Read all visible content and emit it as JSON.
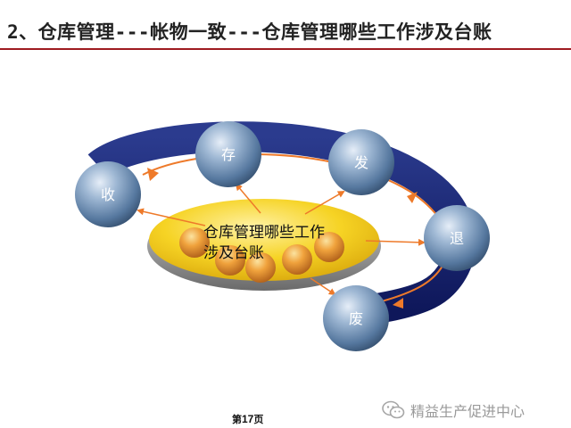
{
  "title": "2、仓库管理---帐物一致---仓库管理哪些工作涉及台账",
  "center": {
    "label_line1": "仓库管理哪些工作",
    "label_line2": "涉及台账"
  },
  "nodes": [
    {
      "id": "shou",
      "label": "收"
    },
    {
      "id": "cun",
      "label": "存"
    },
    {
      "id": "fa",
      "label": "发"
    },
    {
      "id": "tui",
      "label": "退"
    },
    {
      "id": "fei",
      "label": "废"
    }
  ],
  "footer": {
    "page_prefix": "第",
    "page_number": "17",
    "page_suffix": "页"
  },
  "watermark": {
    "text": "精益生产促进中心",
    "icon": "wechat-icon"
  },
  "colors": {
    "title_rule": "#9e1b20",
    "ring": "#14206b",
    "arrows": "#ee7a2a",
    "disc": "#f2c81a",
    "sphere": "#6f92b8"
  }
}
